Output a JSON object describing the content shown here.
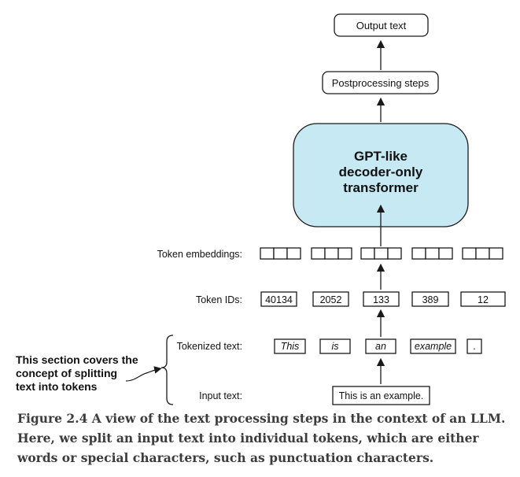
{
  "diagram": {
    "output_text": "Output text",
    "postprocessing": "Postprocessing steps",
    "model_lines": [
      "GPT-like",
      "decoder-only",
      "transformer"
    ],
    "labels": {
      "token_embeddings": "Token embeddings:",
      "token_ids": "Token IDs:",
      "tokenized_text": "Tokenized text:",
      "input_text": "Input text:"
    },
    "token_ids": [
      "40134",
      "2052",
      "133",
      "389",
      "12"
    ],
    "tokens": [
      "This",
      "is",
      "an",
      "example",
      "."
    ],
    "input_sentence": "This is an example.",
    "side_note_lines": [
      "This section covers the",
      "concept of splitting",
      "text into tokens"
    ],
    "colors": {
      "model_fill": "#c6e9f3",
      "stroke": "#1a1a1a"
    }
  },
  "caption": "Figure 2.4 A view of the text processing steps in the context of an LLM. Here, we split an input text into individual tokens, which are either words or special characters, such as punctuation characters."
}
